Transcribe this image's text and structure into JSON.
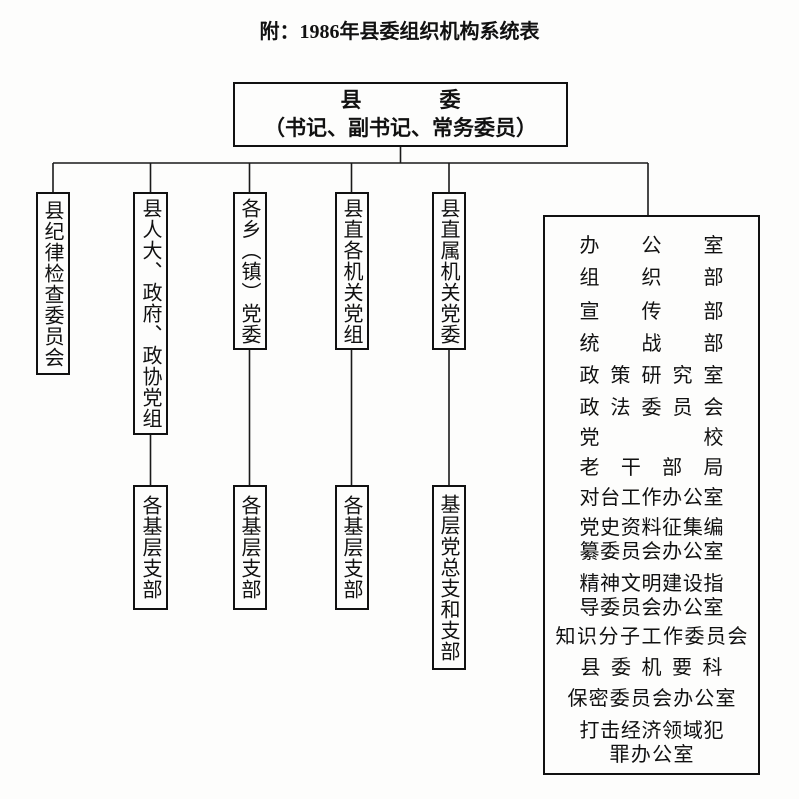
{
  "title": "附：1986年县委组织机构系统表",
  "top": {
    "name": "县委",
    "members": "（书记、副书记、常务委员）"
  },
  "units": [
    {
      "label": "县纪律检查委员会"
    },
    {
      "label": "县人大、政府、政协党组",
      "sub": "各基层支部"
    },
    {
      "label": "各乡（镇）党委",
      "sub": "各基层支部"
    },
    {
      "label": "县直各机关党组",
      "sub": "各基层支部"
    },
    {
      "label": "县直属机关党委",
      "sub": "基层党总支和支部"
    }
  ],
  "offices": [
    {
      "lines": [
        "办公室"
      ]
    },
    {
      "lines": [
        "组织部"
      ]
    },
    {
      "lines": [
        "宣传部"
      ]
    },
    {
      "lines": [
        "统战部"
      ]
    },
    {
      "lines": [
        "政策研究室"
      ]
    },
    {
      "lines": [
        "政法委员会"
      ]
    },
    {
      "lines": [
        "党校"
      ]
    },
    {
      "lines": [
        "老干部局"
      ]
    },
    {
      "lines": [
        "对台工作办公室"
      ]
    },
    {
      "lines": [
        "党史资料征集编",
        "纂委员会办公室"
      ]
    },
    {
      "lines": [
        "精神文明建设指",
        "导委员会办公室"
      ]
    },
    {
      "lines": [
        "知识分子工作委员会"
      ]
    },
    {
      "lines": [
        "县委机要科"
      ]
    },
    {
      "lines": [
        "保密委员会办公室"
      ]
    },
    {
      "lines": [
        "打击经济领域犯",
        "罪办公室"
      ]
    }
  ]
}
